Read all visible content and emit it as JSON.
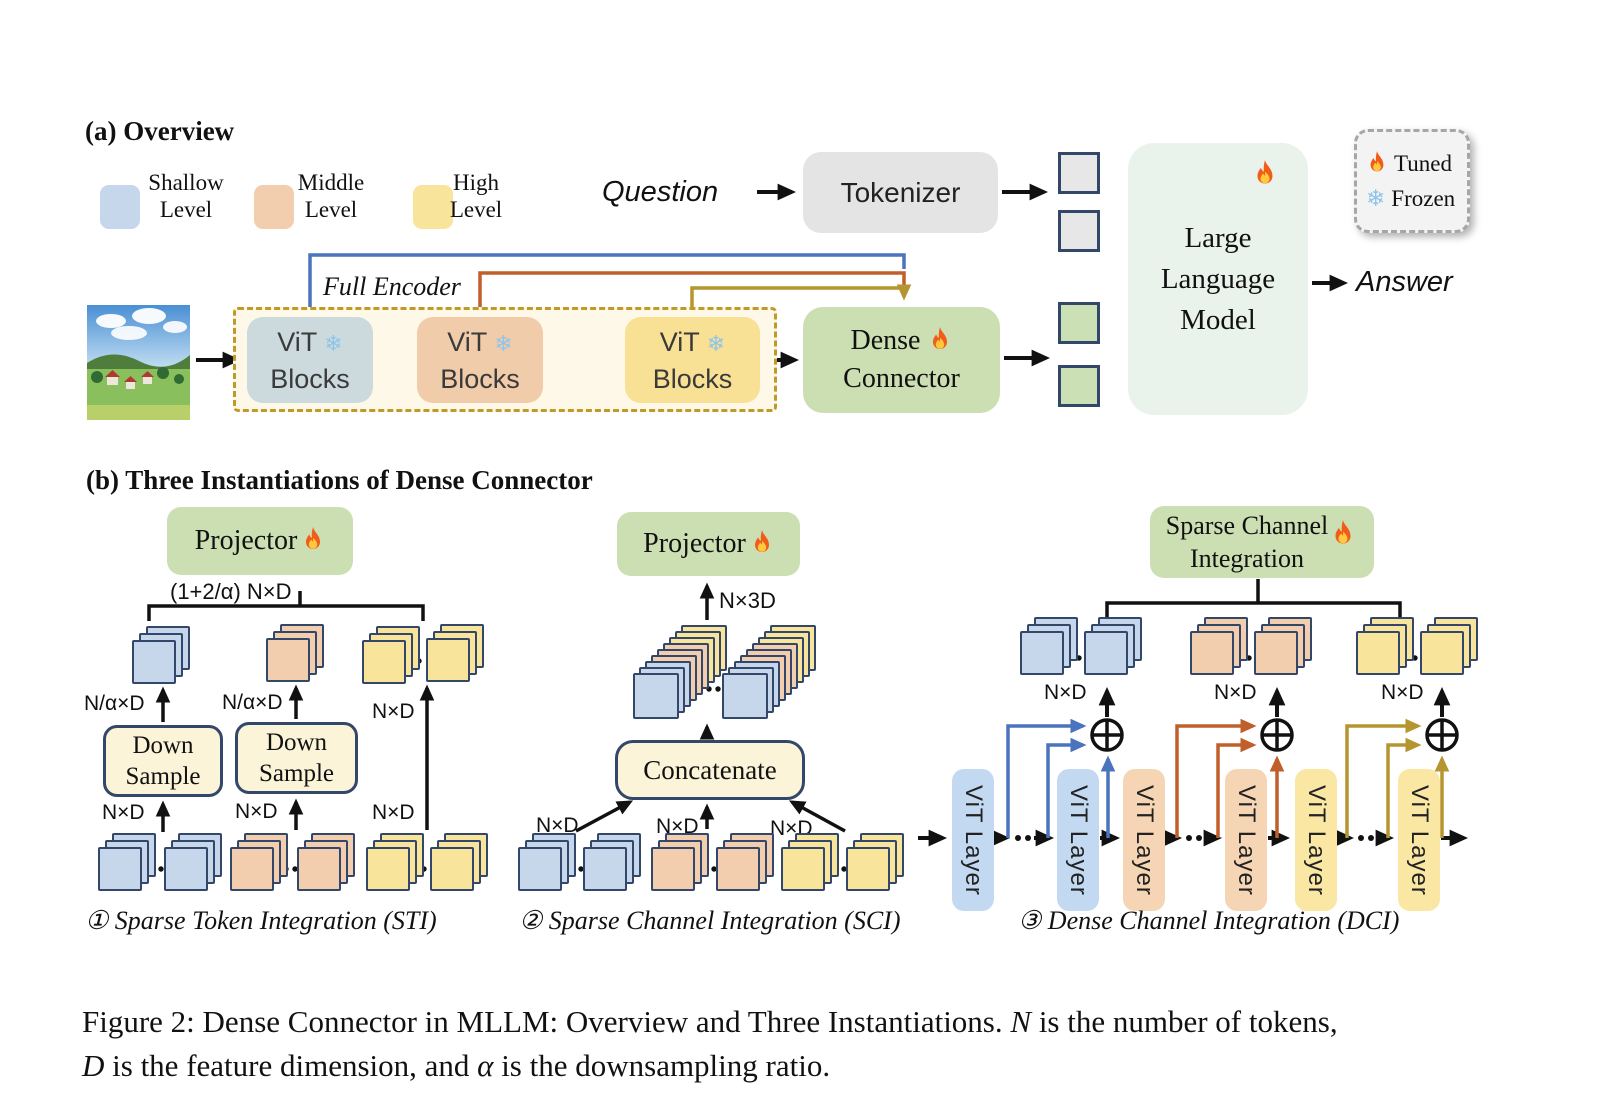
{
  "colors": {
    "shallow": "#c6d7ec",
    "middle": "#f2cdae",
    "high": "#f9e49c",
    "green_box": "#cbdfb2",
    "llm_bg": "#e9f3ec",
    "tokenizer_bg": "#e4e4e4",
    "cream": "#fbf4d8",
    "navy_border": "#33476b",
    "blue_line": "#4a74bd",
    "orange_line": "#c05f2a",
    "gold_line": "#b5952f",
    "encoder_border": "#c09a27",
    "encoder_bg": "#fdf8e8"
  },
  "overview": {
    "title": "(a) Overview",
    "legend": [
      {
        "label_line1": "Shallow",
        "label_line2": "Level"
      },
      {
        "label_line1": "Middle",
        "label_line2": "Level"
      },
      {
        "label_line1": "High",
        "label_line2": "Level"
      }
    ],
    "question": "Question",
    "tokenizer": "Tokenizer",
    "full_encoder_label": "Full Encoder",
    "vit_block_line1": "ViT",
    "vit_block_line2": "Blocks",
    "dense_connector_line1": "Dense",
    "dense_connector_line2": "Connector",
    "llm_line1": "Large",
    "llm_line2": "Language",
    "llm_line3": "Model",
    "answer": "Answer",
    "tuned": "Tuned",
    "frozen": "Frozen",
    "snowflake": "❄"
  },
  "section_b_title": "(b) Three Instantiations of Dense Connector",
  "sti": {
    "projector": "Projector",
    "bracket_label": "(1+2/α) N×D",
    "down_line1": "Down",
    "down_line2": "Sample",
    "n_alpha_d": "N/α×D",
    "n_d": "N×D",
    "caption": "① Sparse Token Integration (STI)"
  },
  "sci": {
    "projector": "Projector",
    "n_3d": "N×3D",
    "concatenate": "Concatenate",
    "n_d": "N×D",
    "caption": "② Sparse Channel Integration (SCI)"
  },
  "dci": {
    "box_line1": "Sparse Channel",
    "box_line2": "Integration",
    "n_d": "N×D",
    "vit_layer": "ViT Layer",
    "caption": "③ Dense Channel Integration (DCI)"
  },
  "figure_caption": {
    "line1_text": "Figure 2: Dense Connector in MLLM: Overview and Three Instantiations. ",
    "line1_var": "N",
    "line1_rest": " is the number of tokens,",
    "line2_var": "D",
    "line2_mid": " is the feature dimension, and ",
    "line2_var2": "α",
    "line2_rest": " is the downsampling ratio."
  }
}
